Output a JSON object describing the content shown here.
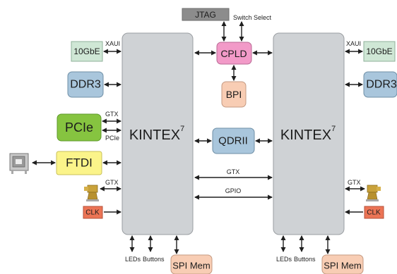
{
  "blocks": {
    "jtag": "JTAG",
    "cpld": "CPLD",
    "bpi": "BPI",
    "qdr": "QDRII",
    "tenGbE": "10GbE",
    "ddr3": "DDR3",
    "pcie": "PCIe",
    "ftdi": "FTDI",
    "clk": "CLK",
    "spi_mem": "SPI Mem"
  },
  "fpga": {
    "name": "KINTEX",
    "superscript": "7"
  },
  "labels": {
    "switch_select": "Switch Select",
    "xaui": "XAUI",
    "gtx": "GTX",
    "pcie": "PCIe",
    "gpio": "GPIO",
    "leds": "LEDs",
    "buttons": "Buttons"
  },
  "colors": {
    "jtag": "#8c8c8c",
    "cpld": "#f29ac8",
    "bpi": "#f8cdb4",
    "qdr": "#a9c6dc",
    "tenGbE": "#cfe7d5",
    "ddr3": "#a9c6dc",
    "pcie": "#86c440",
    "ftdi": "#fbf48a",
    "clk": "#ec7455",
    "spi_mem": "#f8cdb4",
    "fpga": "#cfd2d5"
  },
  "icons": [
    "usb-b-connector-icon",
    "sma-connector-icon"
  ]
}
